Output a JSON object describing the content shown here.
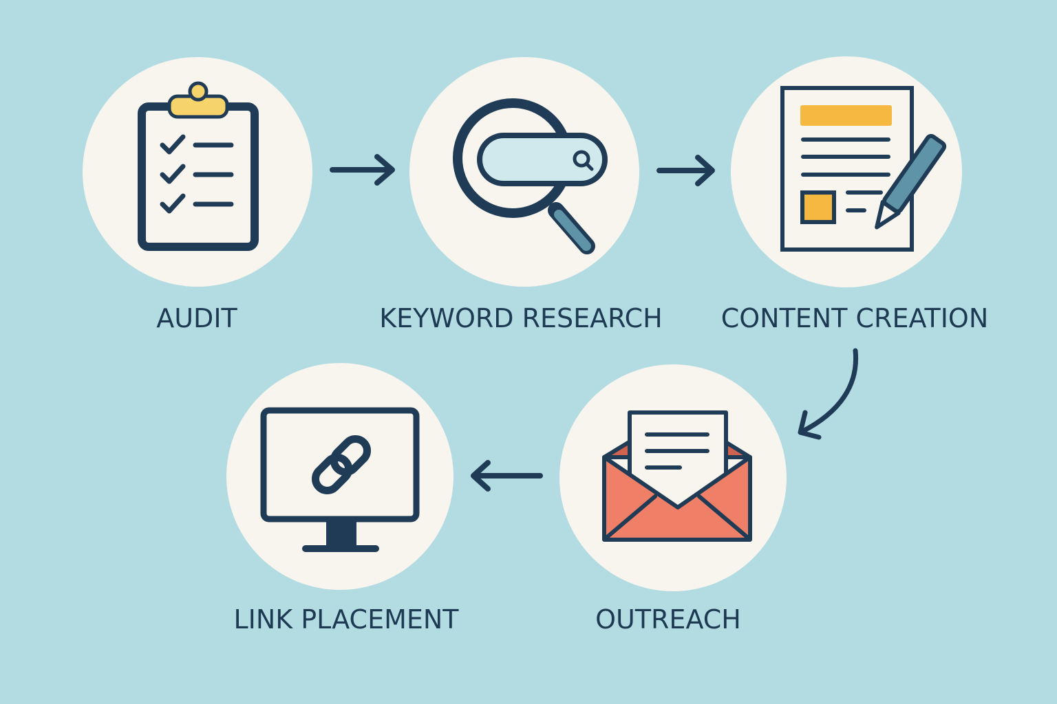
{
  "steps": [
    {
      "label": "AUDIT",
      "icon": "clipboard-checklist-icon"
    },
    {
      "label": "KEYWORD RESEARCH",
      "icon": "magnifying-glass-search-icon"
    },
    {
      "label": "CONTENT CREATION",
      "icon": "document-pencil-icon"
    },
    {
      "label": "OUTREACH",
      "icon": "envelope-letter-icon"
    },
    {
      "label": "LINK PLACEMENT",
      "icon": "monitor-link-icon"
    }
  ],
  "colors": {
    "background": "#b2dce2",
    "circle": "#f8f5ef",
    "ink": "#1f3b55",
    "yellow": "#f5b942",
    "clip_yellow": "#f6d46b",
    "envelope": "#ef7f67",
    "envelope_dark": "#d0624f",
    "handle": "#5f93a8"
  }
}
